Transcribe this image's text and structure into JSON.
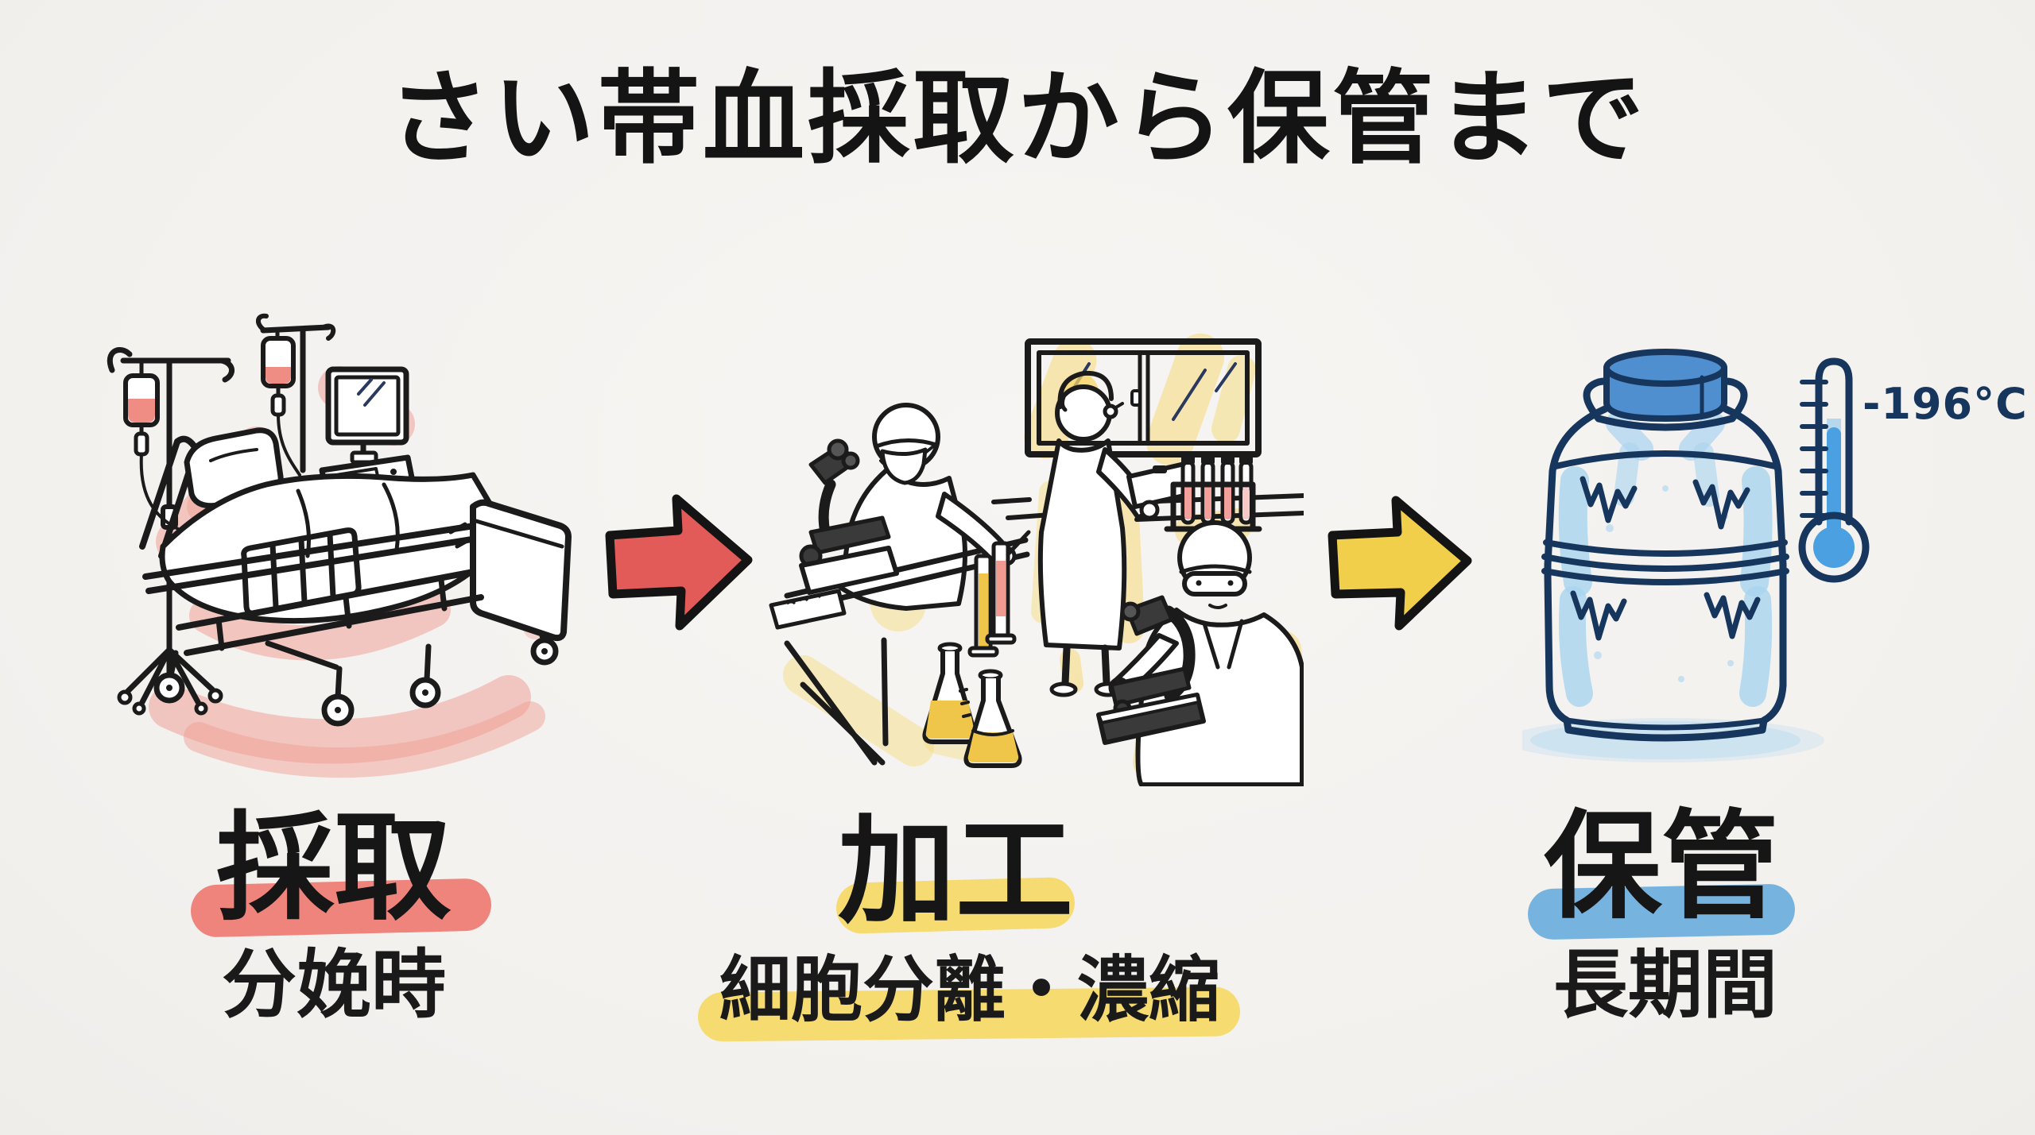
{
  "title": "さい帯血採取から保管まで",
  "stages": [
    {
      "id": "collection",
      "label": "採取",
      "sublabel": "分娩時",
      "highlight_color": "#ed6b63",
      "illustration": "hospital-bed-with-iv-stands-and-monitor"
    },
    {
      "id": "processing",
      "label": "加工",
      "sublabel": "細胞分離・濃縮",
      "highlight_color": "#f5d75f",
      "illustration": "laboratory-scientists-microscopes-flasks"
    },
    {
      "id": "storage",
      "label": "保管",
      "sublabel": "長期間",
      "highlight_color": "#5fa8dc",
      "illustration": "cryogenic-storage-tank-with-thermometer"
    }
  ],
  "arrows": [
    {
      "from": "collection",
      "to": "processing",
      "color": "#e25b58"
    },
    {
      "from": "processing",
      "to": "storage",
      "color": "#f1cf4a"
    }
  ],
  "thermometer": {
    "label": "-196°C",
    "color": "#17365d"
  },
  "colors": {
    "background": "#f5f3f1",
    "ink": "#1b1b1b",
    "navy": "#17365d",
    "red_accent": "#ed6b63",
    "yellow_accent": "#f5d75f",
    "blue_accent": "#5fa8dc",
    "frost_blue": "#a9d3ef",
    "cap_blue": "#4f8fd0",
    "iv_fluid_red": "#ef8d85",
    "liquid_yellow": "#f0c64a",
    "tube_pink": "#f19a92"
  }
}
